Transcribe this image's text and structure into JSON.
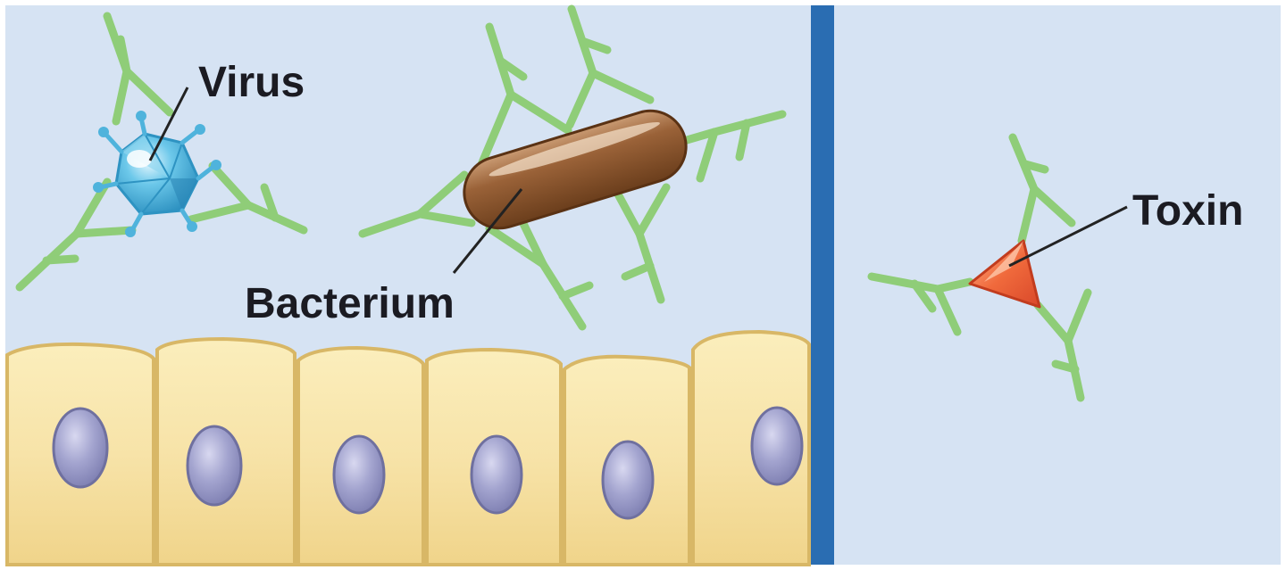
{
  "labels": {
    "virus": "Virus",
    "bacterium": "Bacterium",
    "toxin": "Toxin"
  },
  "colors": {
    "background": "#d6e3f3",
    "antibody": "#8fcd78",
    "antibody_dark": "#6fb25a",
    "virus": "#4fb3dc",
    "bacterium": "#8a5530",
    "toxin": "#f06a3c",
    "cell_fill": "#f5deA0",
    "nucleus": "#9b9cc8",
    "divider": "#2a6db2"
  },
  "icons": [
    "antibody-icon",
    "virus-icon",
    "bacterium-icon",
    "toxin-icon",
    "epithelial-cell-icon",
    "nucleus-icon"
  ]
}
